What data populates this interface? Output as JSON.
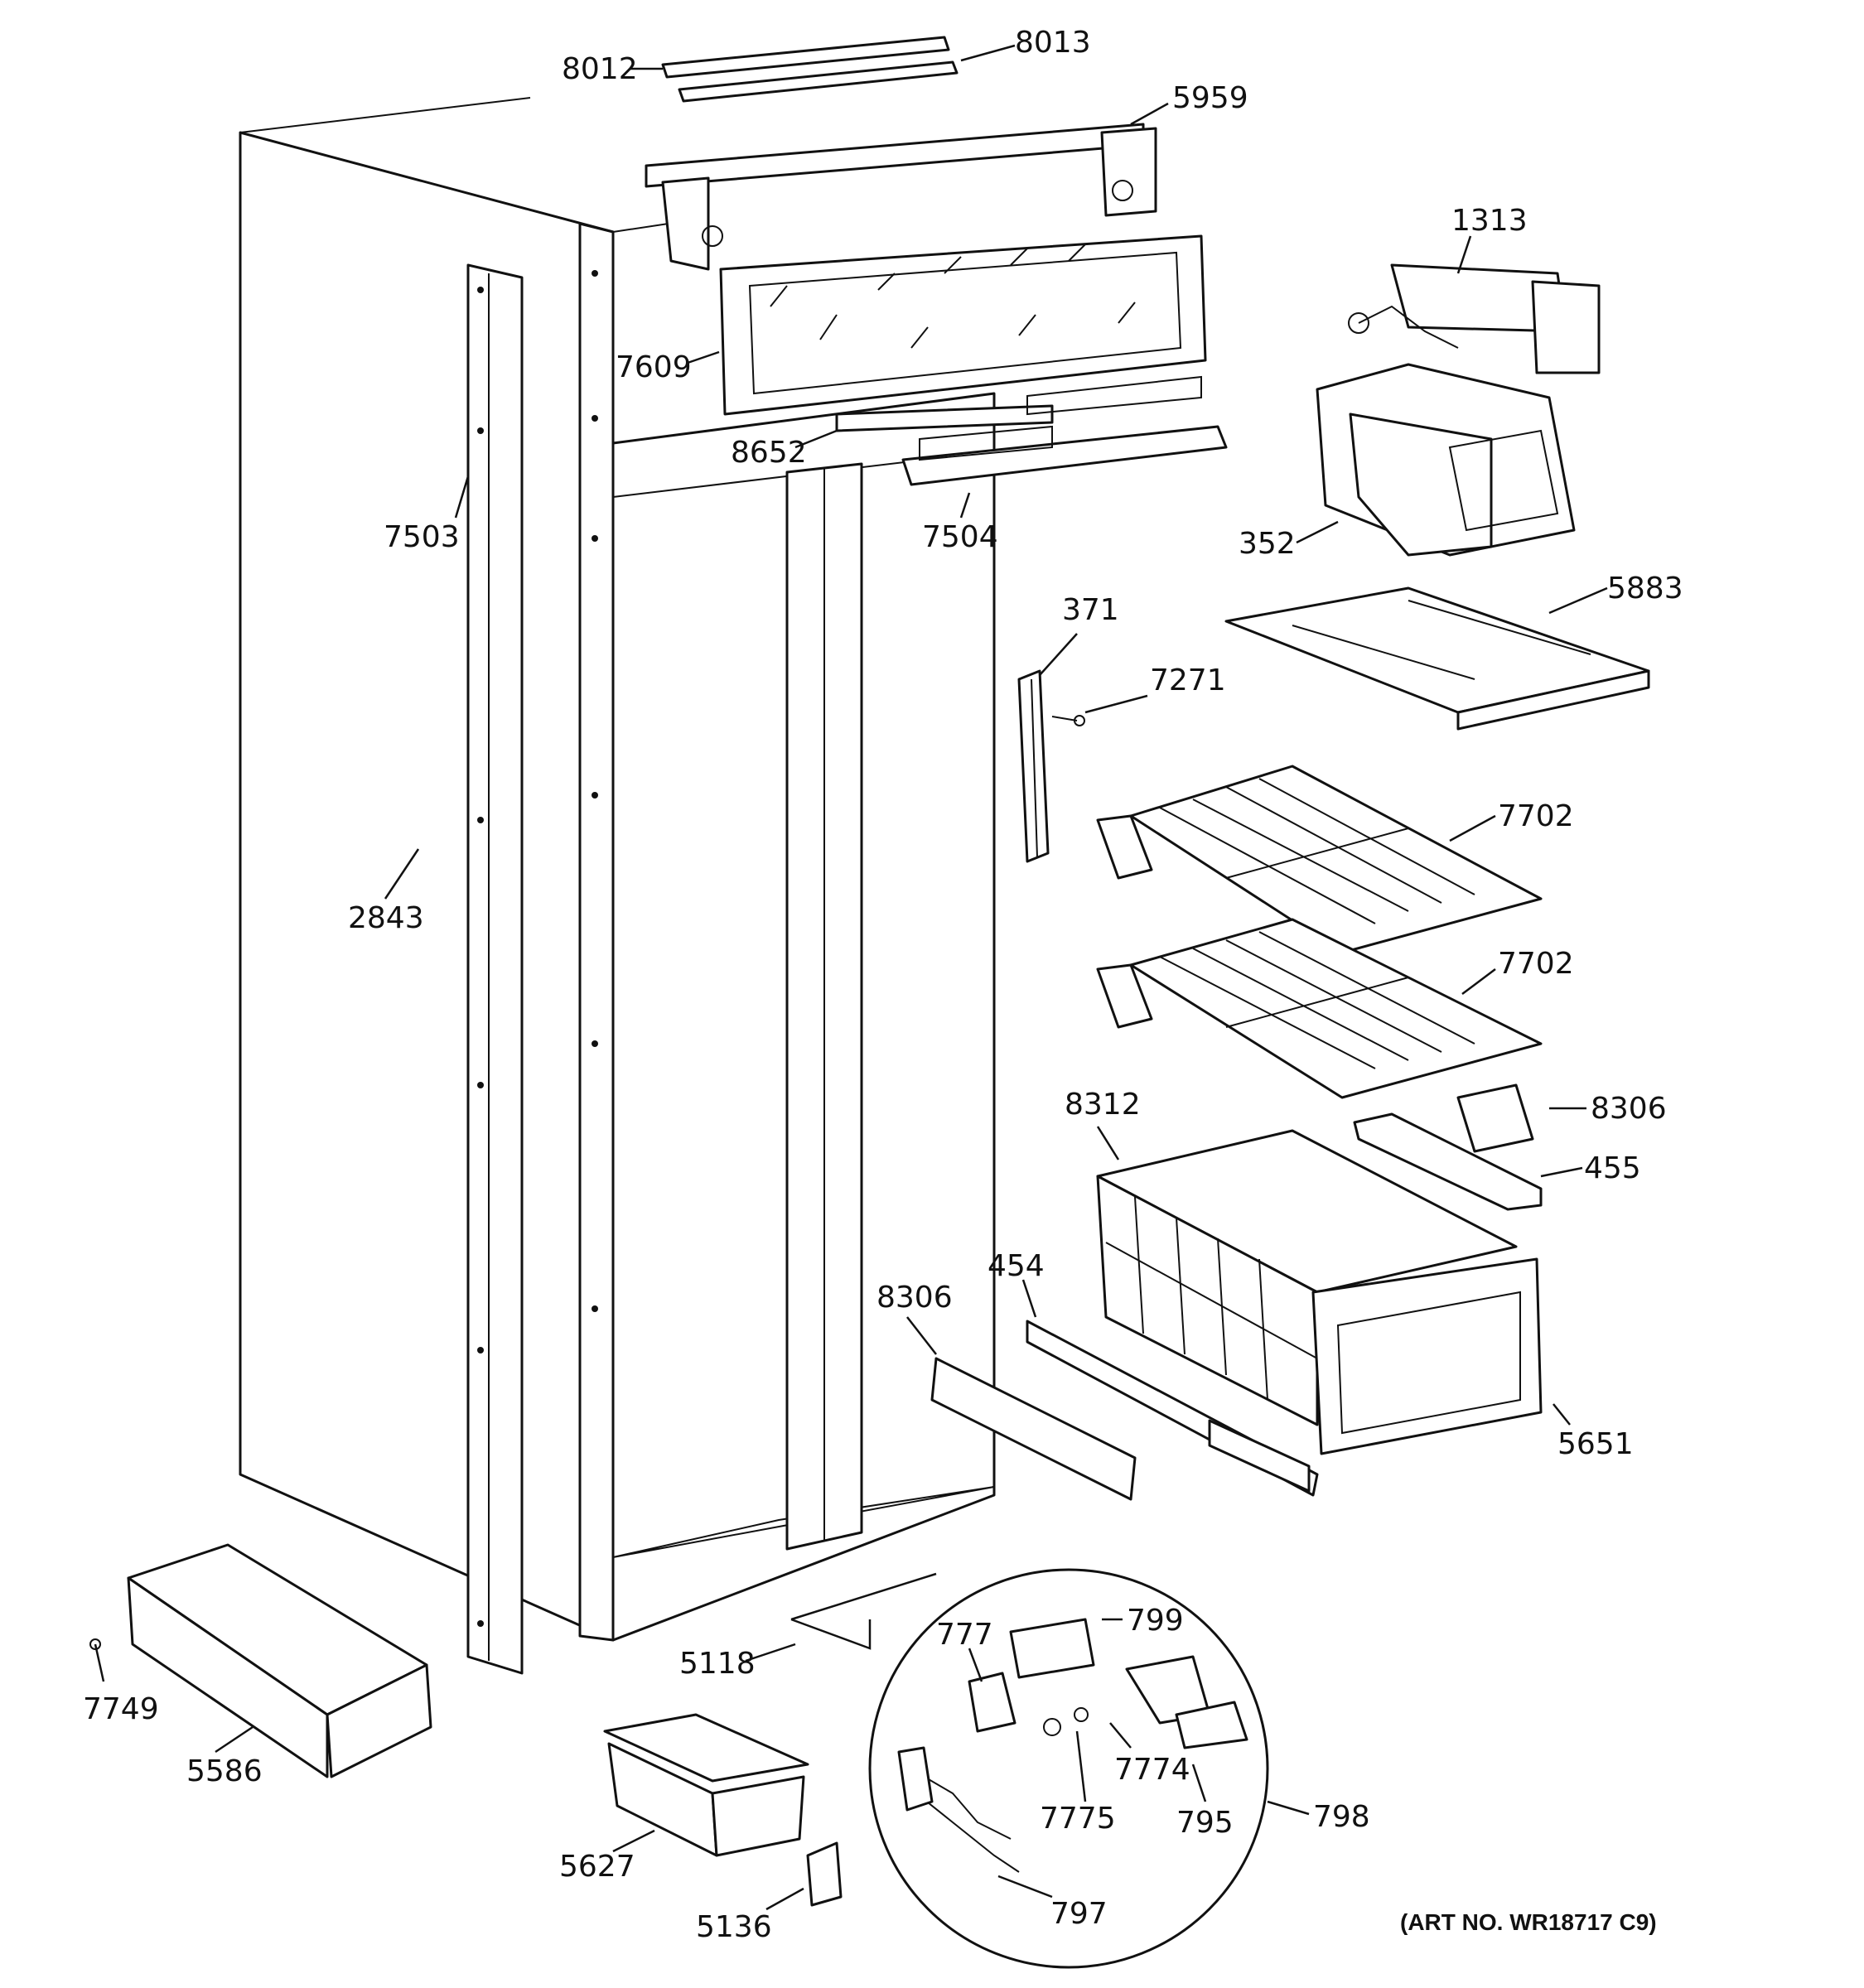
{
  "diagram": {
    "art_number": "(ART NO. WR18717 C9)",
    "part_numbers": [
      "8012",
      "8013",
      "5959",
      "1313",
      "7609",
      "8652",
      "7504",
      "7503",
      "352",
      "5883",
      "371",
      "7271",
      "7702",
      "2843",
      "7702",
      "8312",
      "8306",
      "455",
      "454",
      "8306",
      "5651",
      "5118",
      "777",
      "799",
      "7749",
      "5586",
      "7774",
      "7775",
      "795",
      "798",
      "5627",
      "797",
      "5136"
    ]
  }
}
